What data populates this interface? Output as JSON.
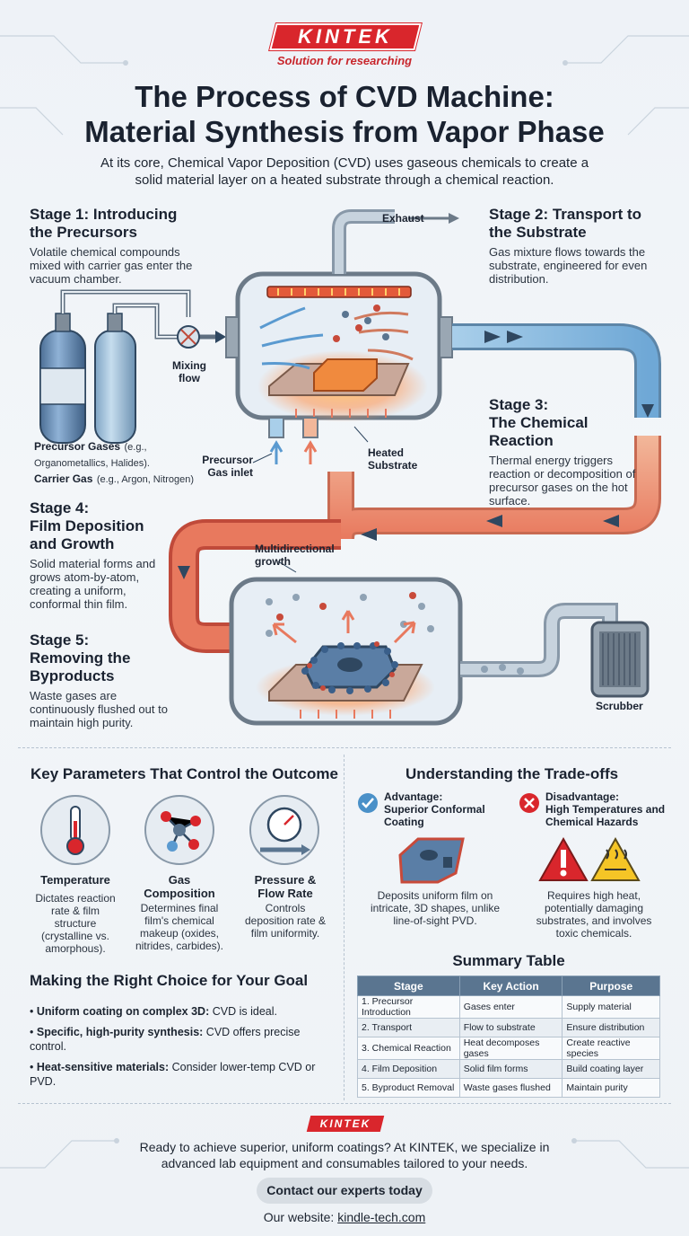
{
  "header": {
    "logo": "KINTEK",
    "tagline": "Solution for researching",
    "title_line1": "The Process of CVD Machine:",
    "title_line2": "Material Synthesis from Vapor Phase",
    "intro": "At its core, Chemical Vapor Deposition (CVD) uses gaseous chemicals to create a solid material layer on a heated substrate through a chemical reaction."
  },
  "stages": {
    "s1": {
      "title": "Stage 1: Introducing the Precursors",
      "desc": "Volatile chemical compounds mixed with carrier gas enter the vacuum chamber."
    },
    "s2": {
      "title": "Stage 2: Transport to the Substrate",
      "desc": "Gas mixture flows towards the substrate, engineered for even distribution."
    },
    "s3": {
      "title_line1": "Stage 3:",
      "title_line2": "The Chemical Reaction",
      "desc": "Thermal energy triggers reaction or decomposition of precursor gases on the hot surface."
    },
    "s4": {
      "title_line1": "Stage 4:",
      "title_line2": "Film Deposition and Growth",
      "desc": "Solid material forms and grows atom-by-atom, creating a uniform, conformal thin film."
    },
    "s5": {
      "title_line1": "Stage 5:",
      "title_line2": "Removing the Byproducts",
      "desc": "Waste gases are continuously flushed out to maintain high purity."
    }
  },
  "diagram": {
    "exhaust": "Exhaust",
    "mixing": "Mixing flow",
    "precursor_gases": "Precursor Gases",
    "precursor_gases_eg": "(e.g., Organometallics, Halides).",
    "carrier_gas": "Carrier Gas",
    "carrier_gas_eg": "(e.g., Argon, Nitrogen)",
    "gas_inlet": "Precursor Gas inlet",
    "heated_substrate": "Heated Substrate",
    "multidirectional": "Multidirectional growth",
    "scrubber": "Scrubber"
  },
  "parameters": {
    "title": "Key Parameters That Control the Outcome",
    "items": [
      {
        "name": "Temperature",
        "desc": "Dictates reaction rate & film structure (crystalline vs. amorphous).",
        "icon": "thermometer-icon"
      },
      {
        "name": "Gas Composition",
        "desc": "Determines final film's chemical makeup (oxides, nitrides, carbides).",
        "icon": "molecule-icon"
      },
      {
        "name": "Pressure & Flow Rate",
        "desc": "Controls deposition rate & film uniformity.",
        "icon": "gauge-icon"
      }
    ]
  },
  "tradeoffs": {
    "title": "Understanding the Trade-offs",
    "advantage_label": "Advantage:",
    "advantage_title": "Superior Conformal Coating",
    "advantage_desc": "Deposits uniform film on intricate, 3D shapes, unlike line-of-sight PVD.",
    "disadvantage_label": "Disadvantage:",
    "disadvantage_title": "High Temperatures and Chemical Hazards",
    "disadvantage_desc": "Requires high heat, potentially damaging substrates, and involves toxic chemicals."
  },
  "choice": {
    "title": "Making the Right Choice for Your Goal",
    "items": [
      {
        "bold": "Uniform coating on complex 3D:",
        "text": " CVD is ideal."
      },
      {
        "bold": "Specific, high-purity synthesis:",
        "text": " CVD offers precise control."
      },
      {
        "bold": "Heat-sensitive materials:",
        "text": " Consider lower-temp CVD or PVD."
      }
    ]
  },
  "summary": {
    "title": "Summary Table",
    "headers": [
      "Stage",
      "Key Action",
      "Purpose"
    ],
    "rows": [
      [
        "1. Precursor Introduction",
        "Gases enter",
        "Supply material"
      ],
      [
        "2. Transport",
        "Flow to substrate",
        "Ensure distribution"
      ],
      [
        "3. Chemical Reaction",
        "Heat decomposes gases",
        "Create reactive species"
      ],
      [
        "4. Film Deposition",
        "Solid film forms",
        "Build coating layer"
      ],
      [
        "5. Byproduct Removal",
        "Waste gases flushed",
        "Maintain purity"
      ]
    ]
  },
  "footer": {
    "logo": "KINTEK",
    "line1": "Ready to achieve superior, uniform coatings? At KINTEK, we specialize in",
    "line2": "advanced lab equipment and consumables tailored to your needs.",
    "cta": "Contact our experts today",
    "website_label": "Our website: ",
    "website": "kindle-tech.com"
  },
  "colors": {
    "brand": "#d9262c",
    "cold": "#7fb3d9",
    "hot": "#e8795e",
    "table_head": "#5a7590"
  }
}
